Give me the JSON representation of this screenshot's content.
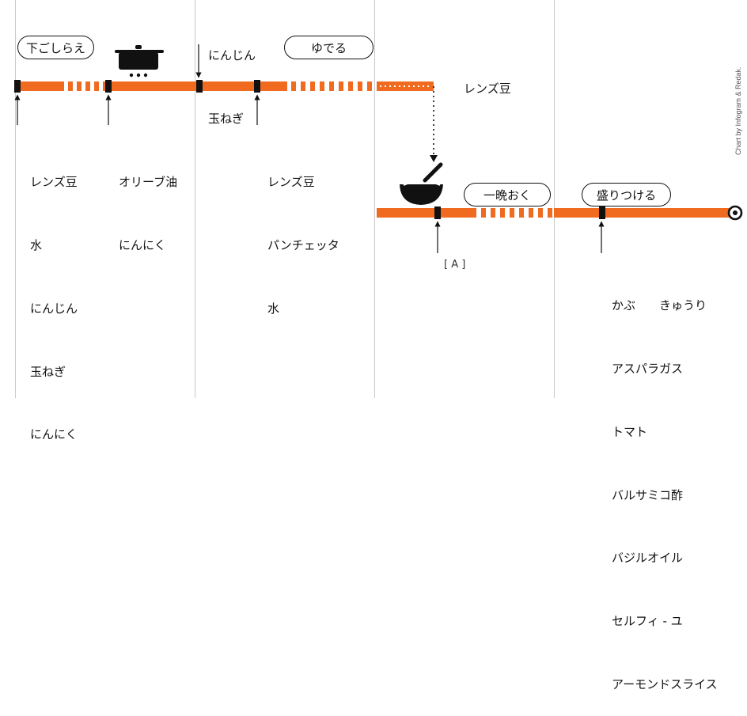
{
  "steps": {
    "prep": "下ごしらえ",
    "boil": "ゆでる",
    "overnight": "一晩おく",
    "serve": "盛りつける"
  },
  "ingredients": {
    "first": [
      "レンズ豆",
      "水",
      "にんじん",
      "玉ねぎ",
      "にんにく"
    ],
    "second": [
      "オリーブ油",
      "にんにく"
    ],
    "third": [
      "にんじん",
      "玉ねぎ"
    ],
    "fourth": [
      "レンズ豆",
      "パンチェッタ",
      "水"
    ],
    "fifth": "レンズ豆",
    "marker_a": "[ A ]",
    "serve_first": "かぶ　　きゅうり",
    "serve_rest": [
      "アスパラガス",
      "トマト",
      "バルサミコ酢",
      "バジルオイル",
      "セルフィ - ユ",
      "アーモンドスライス"
    ]
  },
  "credit": "Chart by Infogram & Redak.",
  "colors": {
    "accent": "#f06a20",
    "marker": "#111111",
    "grid": "#c9c9c9"
  },
  "icons": {
    "pot": "pot-icon",
    "bowl": "bowl-icon",
    "end": "end-target-icon"
  }
}
